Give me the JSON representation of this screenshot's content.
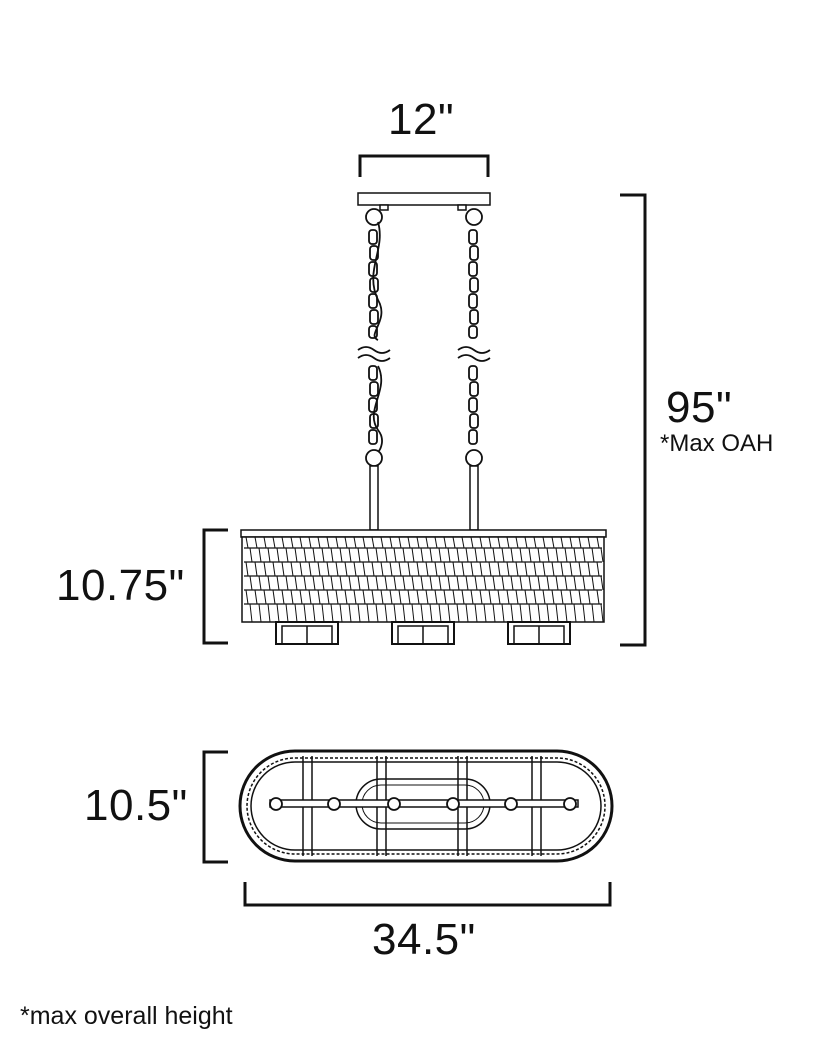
{
  "dimensions": {
    "canopy_width": "12\"",
    "overall_height": "95\"",
    "overall_height_note": "*Max OAH",
    "shade_height": "10.75\"",
    "top_view_depth": "10.5\"",
    "top_view_length": "34.5\""
  },
  "footnote": "*max overall height"
}
